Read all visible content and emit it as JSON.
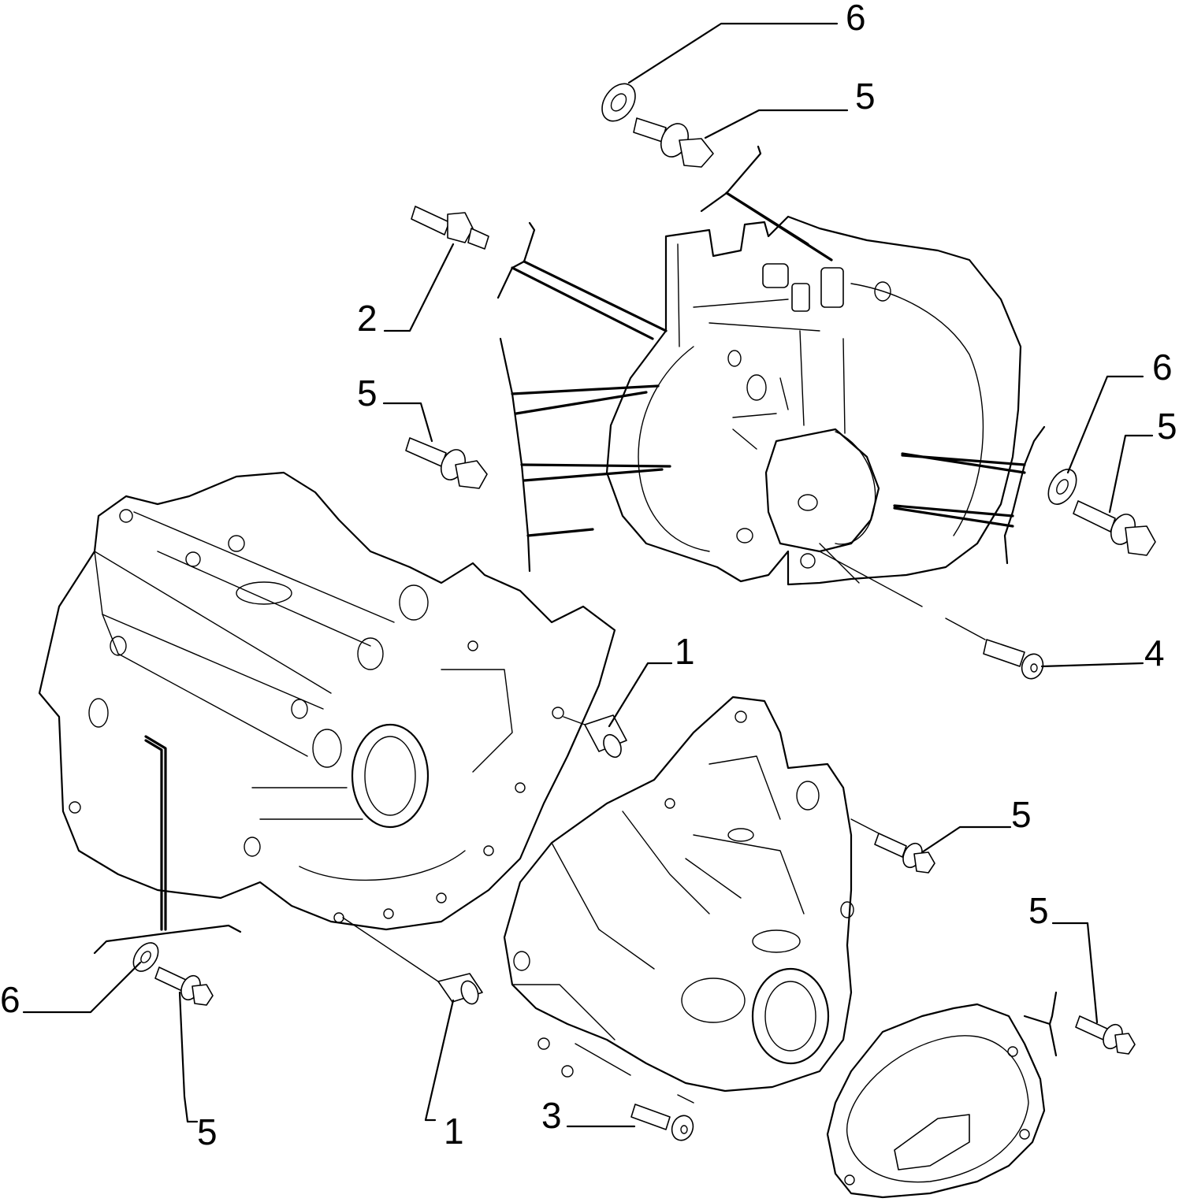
{
  "diagram": {
    "background": "#ffffff",
    "stroke_color": "#000000",
    "callouts": [
      {
        "id": "c-6-top",
        "label": "6"
      },
      {
        "id": "c-5-top",
        "label": "5"
      },
      {
        "id": "c-2",
        "label": "2"
      },
      {
        "id": "c-5-midleft",
        "label": "5"
      },
      {
        "id": "c-6-right",
        "label": "6"
      },
      {
        "id": "c-5-right",
        "label": "5"
      },
      {
        "id": "c-4",
        "label": "4"
      },
      {
        "id": "c-1-upper",
        "label": "1"
      },
      {
        "id": "c-5-center",
        "label": "5"
      },
      {
        "id": "c-5-lowright",
        "label": "5"
      },
      {
        "id": "c-6-left",
        "label": "6"
      },
      {
        "id": "c-5-bottomleft",
        "label": "5"
      },
      {
        "id": "c-1-lower",
        "label": "1"
      },
      {
        "id": "c-3",
        "label": "3"
      }
    ]
  }
}
